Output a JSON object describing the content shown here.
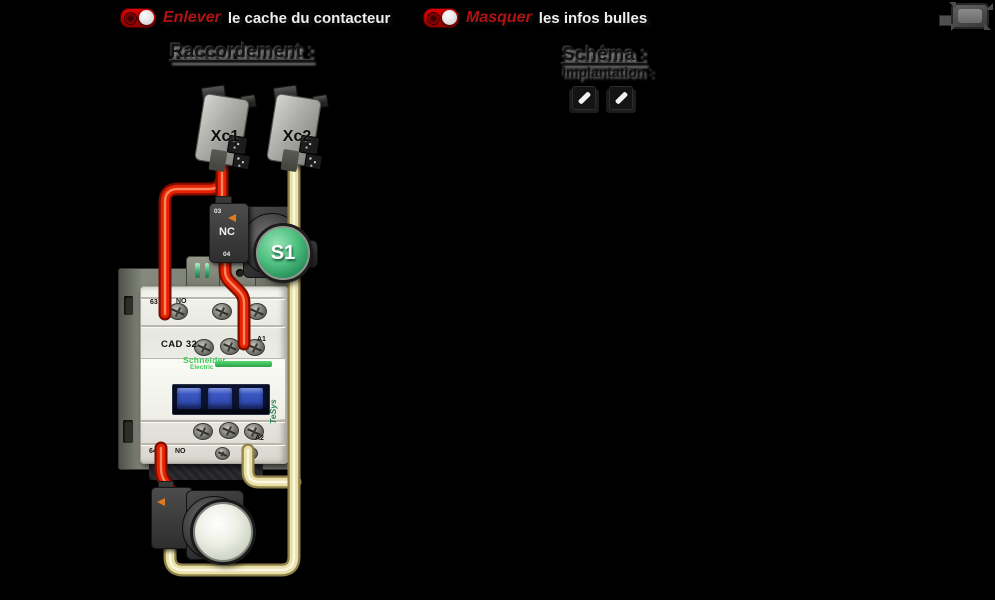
{
  "toolbar": {
    "toggle_cover": {
      "verb": "Enlever",
      "text": "le cache du contacteur"
    },
    "toggle_tooltips": {
      "verb": "Masquer",
      "text": "les infos bulles"
    }
  },
  "panels": {
    "wiring_title": "Raccordement :",
    "schema_title": "Schéma :",
    "schema_subtitle": "implantation :"
  },
  "terminals": {
    "xc1": "Xc1",
    "xc2": "Xc2"
  },
  "contactor": {
    "model": "CAD 32",
    "brand_top": "Schneider",
    "brand_bottom": "Electric",
    "range": "TeSys",
    "aux_top_num": "63",
    "aux_top_type": "NO",
    "coil_in": "A1",
    "coil_out": "A2",
    "aux_bot_num": "64",
    "aux_bot_type": "NO"
  },
  "stop_button": {
    "label": "S1",
    "contact_type": "NC",
    "terminal_top": "03",
    "terminal_bottom": "04"
  },
  "colors": {
    "live_wire": "#e62200",
    "neutral_wire": "#e9e1a9",
    "schneider_green": "#3dcd58",
    "s1_green": "#3fae72",
    "toggle_red": "#c40000"
  }
}
